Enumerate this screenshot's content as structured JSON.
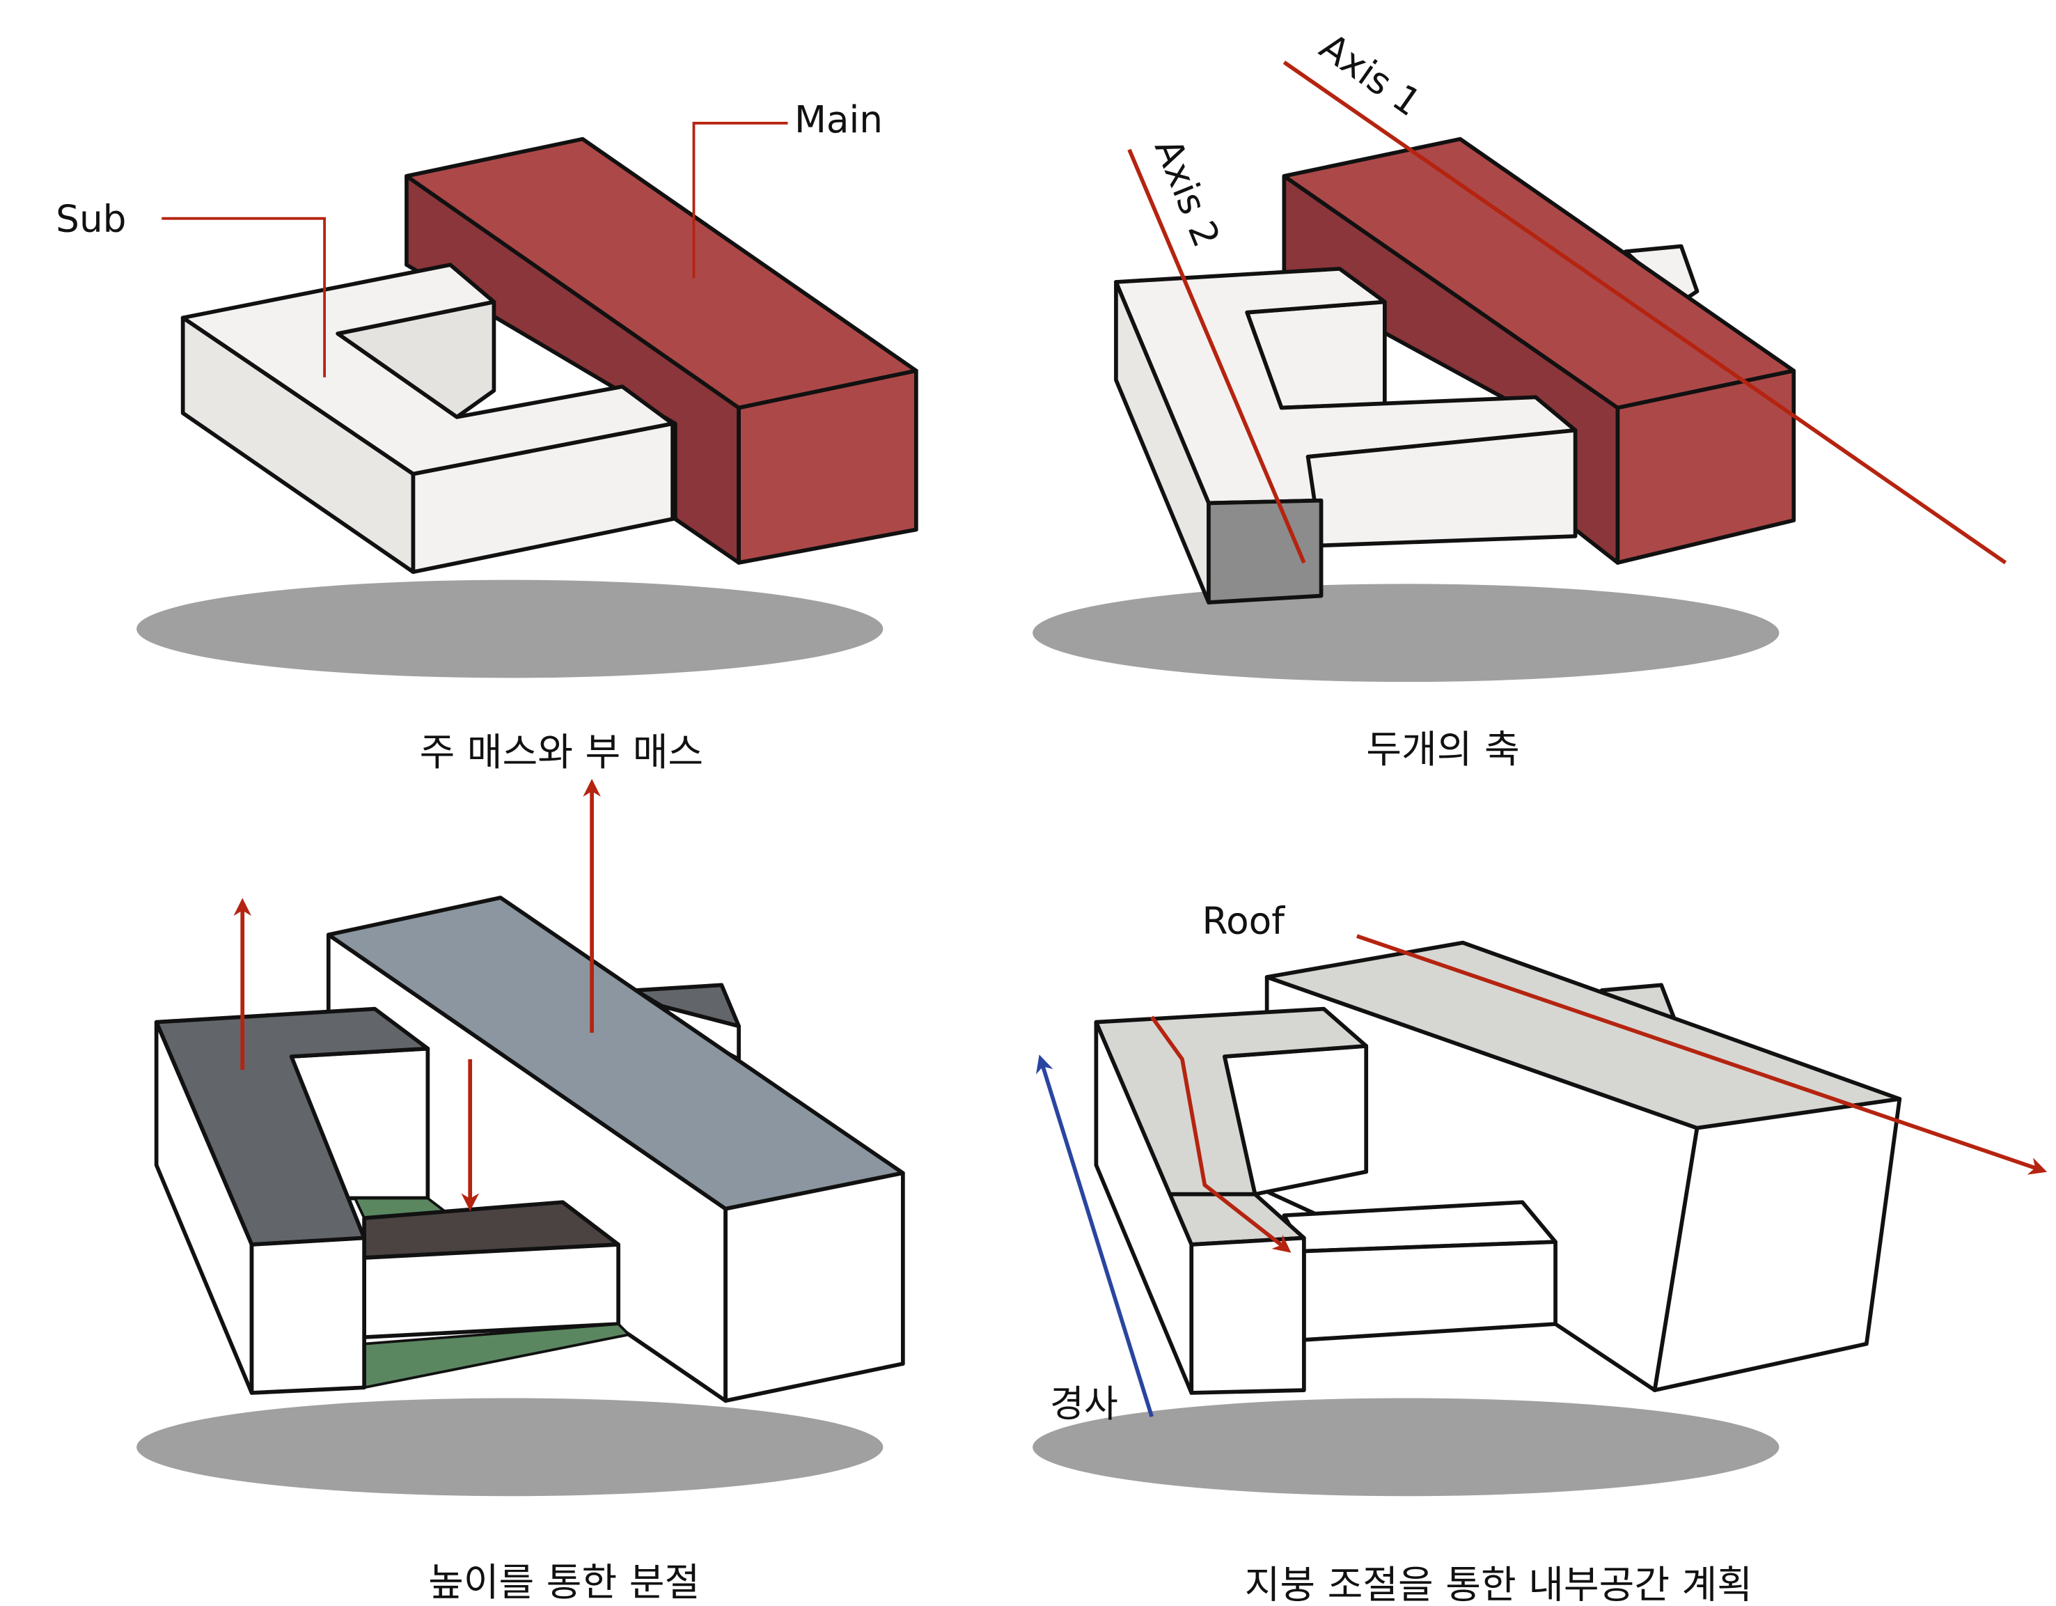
{
  "panels": [
    {
      "caption": "주 매스와 부 매스",
      "labels": {
        "sub": "Sub",
        "main": "Main"
      }
    },
    {
      "caption": "두개의 축",
      "labels": {
        "axis1": "Axis 1",
        "axis2": "Axis 2"
      }
    },
    {
      "caption": "높이를 통한 분절"
    },
    {
      "caption": "지붕 조절을 통한 내부공간 계획",
      "labels": {
        "roof": "Roof",
        "slope": "경사"
      }
    }
  ],
  "colors": {
    "main_red": "#ad4848",
    "main_red_dark": "#8b363a",
    "white_mass": "#f3f2f0",
    "shadow": "#a0a0a0",
    "arrow_red": "#b52410",
    "arrow_blue": "#2a45a0",
    "slab_gray": "#8b96a0",
    "dark_gray": "#62666b",
    "green": "#5a8760",
    "brown": "#4a4342"
  }
}
